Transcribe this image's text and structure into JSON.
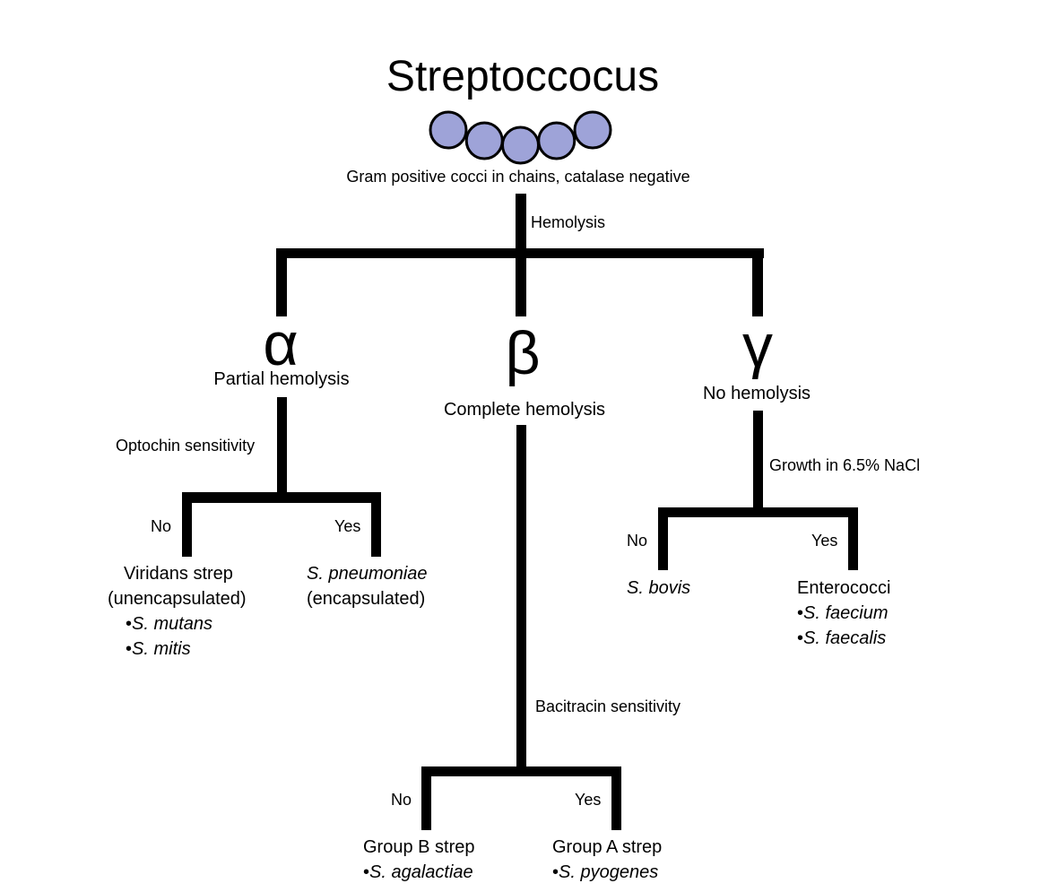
{
  "title": "Streptoccocus",
  "cocci": {
    "count": 5,
    "fill": "#9ea3d8",
    "stroke": "#000000"
  },
  "subtitle": "Gram positive cocci in chains, catalase negative",
  "root_test": "Hemolysis",
  "branches": {
    "alpha": {
      "symbol": "α",
      "label": "Partial hemolysis",
      "test": "Optochin sensitivity",
      "no": {
        "edge": "No",
        "title": "Viridans strep",
        "subtitle": "(unencapsulated)",
        "species": [
          "S. mutans",
          "S. mitis"
        ]
      },
      "yes": {
        "edge": "Yes",
        "title": "S. pneumoniae",
        "subtitle": "(encapsulated)"
      }
    },
    "beta": {
      "symbol": "β",
      "label": "Complete hemolysis",
      "test": "Bacitracin sensitivity",
      "no": {
        "edge": "No",
        "title": "Group B strep",
        "species": [
          "S. agalactiae"
        ]
      },
      "yes": {
        "edge": "Yes",
        "title": "Group A strep",
        "species": [
          "S. pyogenes"
        ]
      }
    },
    "gamma": {
      "symbol": "γ",
      "label": "No hemolysis",
      "test": "Growth in 6.5% NaCl",
      "no": {
        "edge": "No",
        "title": "S. bovis"
      },
      "yes": {
        "edge": "Yes",
        "title": "Enterococci",
        "species": [
          "S. faecium",
          "S. faecalis"
        ]
      }
    }
  },
  "bullet": "•"
}
